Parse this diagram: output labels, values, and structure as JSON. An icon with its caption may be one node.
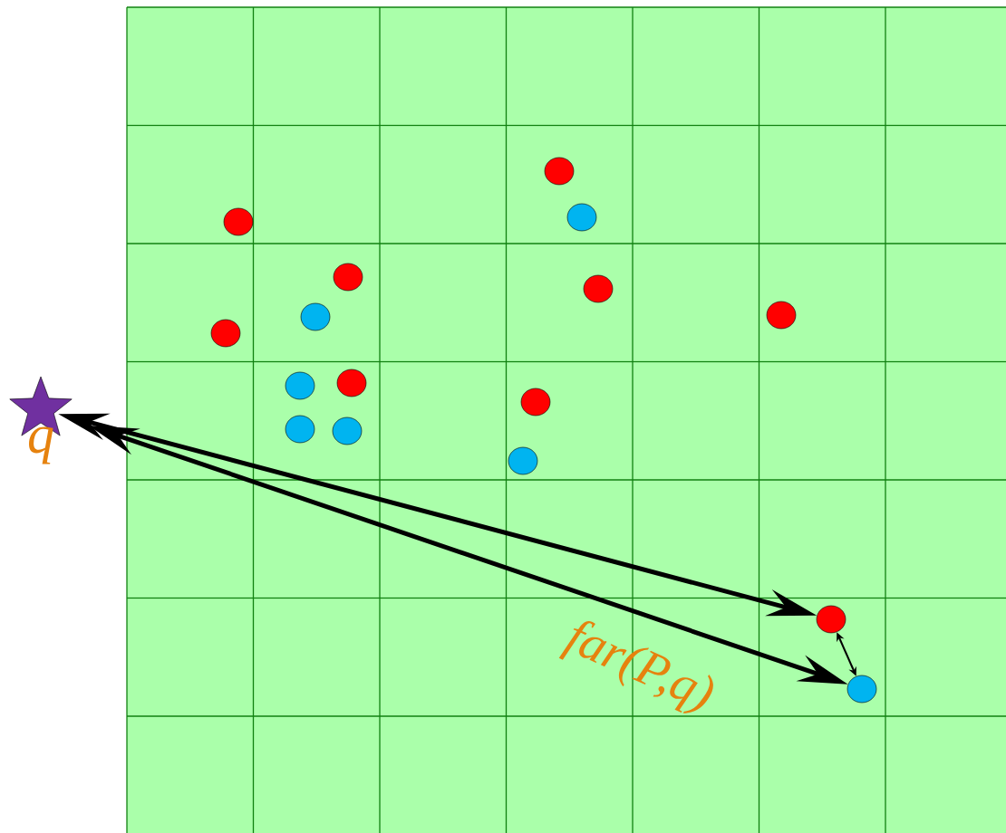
{
  "diagram": {
    "nodes": [
      {
        "text": [
          "q"
        ]
      },
      {
        "text": [],
        "shape": "circle"
      },
      {
        "text": [],
        "shape": "circle"
      },
      {
        "text": [],
        "shape": "circle"
      },
      {
        "text": [],
        "shape": "circle"
      },
      {
        "text": [],
        "shape": "circle"
      },
      {
        "text": [],
        "shape": "circle"
      },
      {
        "text": [],
        "shape": "circle"
      },
      {
        "text": [],
        "shape": "circle"
      },
      {
        "text": [],
        "shape": "circle"
      },
      {
        "text": [],
        "shape": "circle"
      },
      {
        "text": [],
        "shape": "circle"
      },
      {
        "text": [],
        "shape": "circle"
      },
      {
        "text": [],
        "shape": "circle"
      },
      {
        "text": [],
        "shape": "circle"
      },
      {
        "text": [],
        "shape": "circle"
      },
      {
        "text": [],
        "shape": "circle"
      }
    ],
    "edges": [
      {
        "from": 0,
        "to": 15,
        "arrow": "both"
      },
      {
        "from": 0,
        "to": 16,
        "arrow": "both",
        "label": "far(P,q)"
      },
      {
        "from": 15,
        "to": 16,
        "arrow": "both"
      }
    ]
  }
}
